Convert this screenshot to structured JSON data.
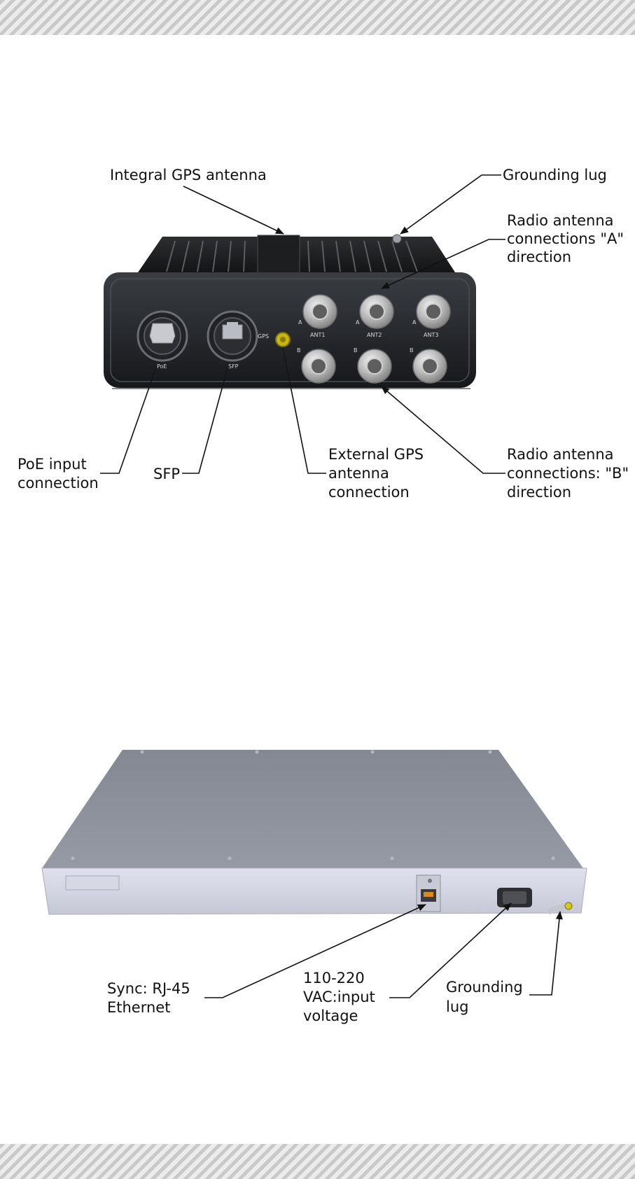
{
  "diagram_top": {
    "labels": {
      "integral_gps": "Integral GPS antenna",
      "grounding_lug": "Grounding lug",
      "radio_a_1": "Radio antenna",
      "radio_a_2": "connections \"A\"",
      "radio_a_3": "direction",
      "poe_1": "PoE input",
      "poe_2": "connection",
      "sfp": "SFP",
      "ext_gps_1": "External GPS",
      "ext_gps_2": "antenna",
      "ext_gps_3": "connection",
      "radio_b_1": "Radio antenna",
      "radio_b_2": "connections: \"B\"",
      "radio_b_3": "direction"
    },
    "device_marks": {
      "gps": "GPS",
      "poe": "PoE",
      "sfp": "SFP",
      "ant1": "ANT1",
      "ant2": "ANT2",
      "ant3": "ANT3",
      "a": "A",
      "b": "B"
    }
  },
  "diagram_bottom": {
    "labels": {
      "sync_1": "Sync: RJ-45",
      "sync_2": "Ethernet",
      "vac_1": "110-220",
      "vac_2": "VAC:input",
      "vac_3": "voltage",
      "ground_1": "Grounding",
      "ground_2": "lug"
    }
  }
}
